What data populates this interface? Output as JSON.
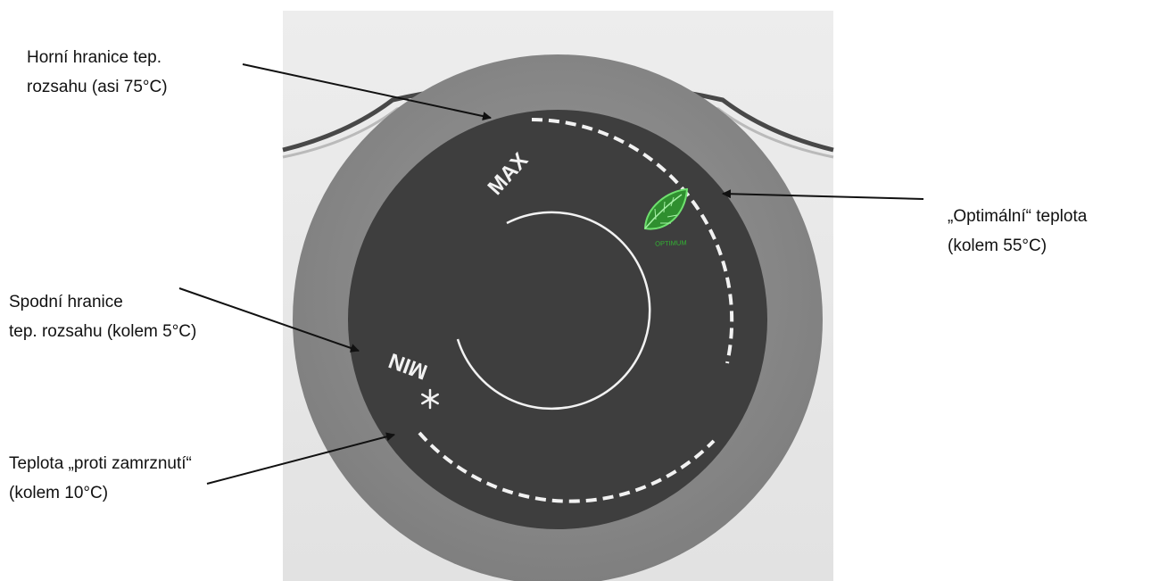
{
  "colors": {
    "outer_ring": "#8c8c8c",
    "dial_face": "#3e3e3e",
    "housing": "#e4e4e4",
    "dial_marks": "#f2f2f2",
    "leaf_green": "#33b233",
    "annotation_text": "#111111"
  },
  "dial": {
    "max_label": "MAX",
    "min_label": "MIN",
    "optimum_label": "OPTIMUM",
    "frost_icon": "snowflake-icon",
    "eco_icon": "leaf-icon"
  },
  "annotations": {
    "upper_limit": "Horní hranice tep.\nrozsahu (asi 75°C)",
    "lower_limit": "Spodní hranice\ntep. rozsahu (kolem 5°C)",
    "frost_protection": "Teplota „proti zamrznutí“\n(kolem 10°C)",
    "optimal": "„Optimální“ teplota\n(kolem 55°C)"
  }
}
